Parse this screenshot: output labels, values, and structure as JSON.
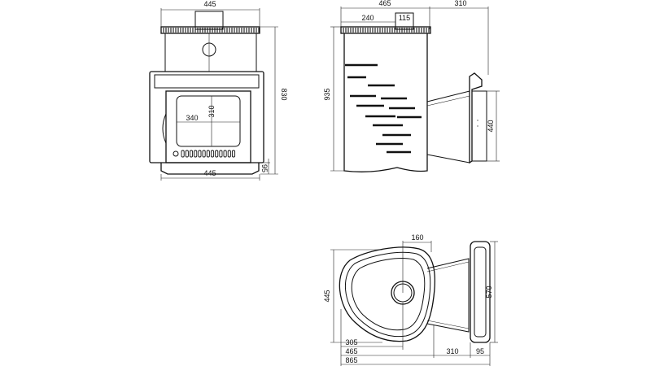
{
  "colors": {
    "line": "#111111",
    "background": "#ffffff"
  },
  "front": {
    "dim_top_width": "445",
    "dim_height": "830",
    "dim_glass_width": "340",
    "dim_glass_height": "310",
    "dim_bottom_width": "445",
    "dim_leg": "95"
  },
  "side": {
    "dim_body_width": "465",
    "dim_tunnel": "310",
    "dim_offset": "240",
    "dim_chimney": "115",
    "dim_height": "935",
    "dim_tunnel_height": "440"
  },
  "plan": {
    "dim_chimney_offset": "160",
    "dim_depth": "445",
    "dim_panel": "570",
    "dim_305": "305",
    "dim_465": "465",
    "dim_310": "310",
    "dim_95": "95",
    "dim_total": "865"
  }
}
